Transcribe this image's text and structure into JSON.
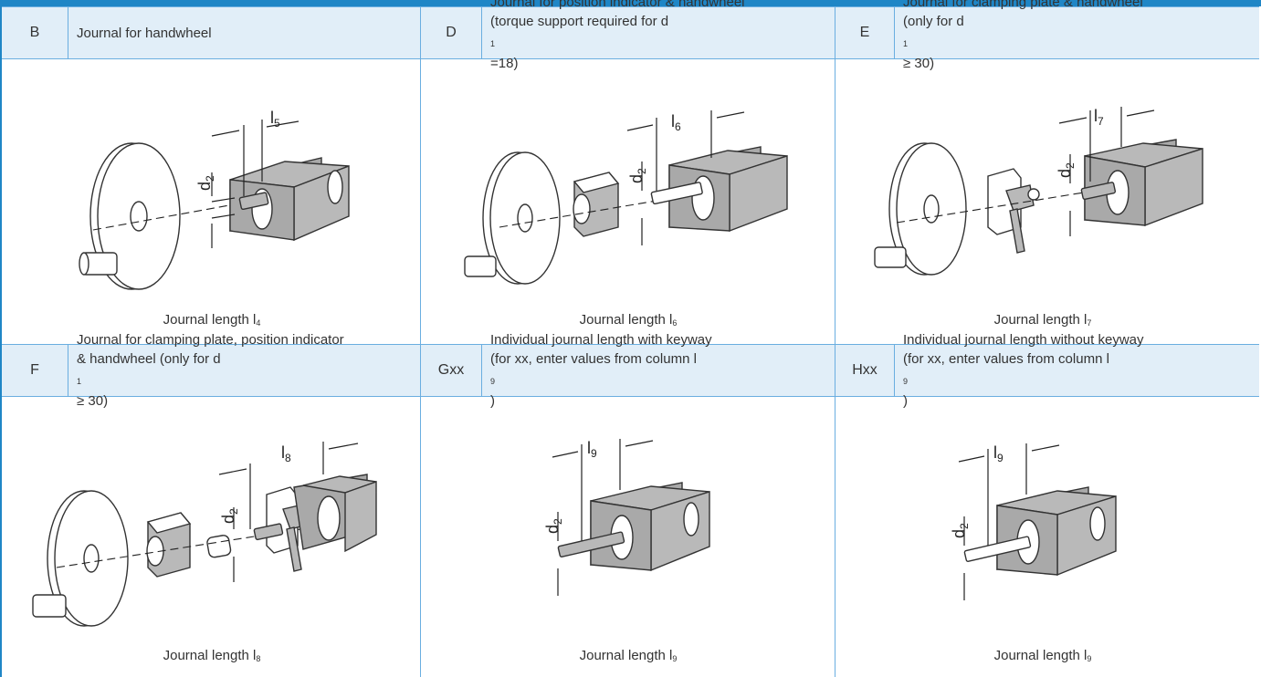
{
  "rows": [
    {
      "cells": [
        {
          "code": "B",
          "desc_lines": [
            "Journal for handwheel"
          ],
          "caption": "Journal length l",
          "caption_sub": "4",
          "dim_label": "l",
          "dim_sub": "5",
          "dia_label": "d",
          "dia_sub": "2"
        },
        {
          "code": "D",
          "desc_lines": [
            "Journal for position indicator & handwheel"
          ],
          "desc_line2_pre": "(torque support required for d",
          "desc_line2_sub": "1",
          "desc_line2_post": " =18)",
          "caption": "Journal length l",
          "caption_sub": "6",
          "dim_label": "l",
          "dim_sub": "6",
          "dia_label": "d",
          "dia_sub": "2"
        },
        {
          "code": "E",
          "desc_lines": [
            "Journal for clamping plate & handwheel"
          ],
          "desc_line2_pre": "(only for d",
          "desc_line2_sub": "1",
          "desc_line2_post": " ≥ 30)",
          "caption": "Journal length l",
          "caption_sub": "7",
          "dim_label": "l",
          "dim_sub": "7",
          "dia_label": "d",
          "dia_sub": "2"
        }
      ]
    },
    {
      "cells": [
        {
          "code": "F",
          "desc_lines": [
            "Journal for clamping plate, position indicator"
          ],
          "desc_line2_pre": "& handwheel (only for d",
          "desc_line2_sub": "1",
          "desc_line2_post": " ≥ 30)",
          "caption": "Journal length l",
          "caption_sub": "8",
          "dim_label": "l",
          "dim_sub": "8",
          "dia_label": "d",
          "dia_sub": "2"
        },
        {
          "code": "Gxx",
          "desc_lines": [
            "Individual journal length with keyway"
          ],
          "desc_line2_pre": "(for xx, enter values from column l",
          "desc_line2_sub": "9",
          "desc_line2_post": " )",
          "caption": "Journal length l",
          "caption_sub": "9",
          "dim_label": "l",
          "dim_sub": "9",
          "dia_label": "d",
          "dia_sub": "2"
        },
        {
          "code": "Hxx",
          "desc_lines": [
            "Individual journal length without keyway"
          ],
          "desc_line2_pre": "(for xx, enter values from column l",
          "desc_line2_sub": "9",
          "desc_line2_post": " )",
          "caption": "Journal length l",
          "caption_sub": "9",
          "dim_label": "l",
          "dim_sub": "9",
          "dia_label": "d",
          "dia_sub": "2"
        }
      ]
    }
  ],
  "colors": {
    "accent": "#1f86c6",
    "header_bg": "#e1eef8",
    "rule": "#6aaee0"
  }
}
